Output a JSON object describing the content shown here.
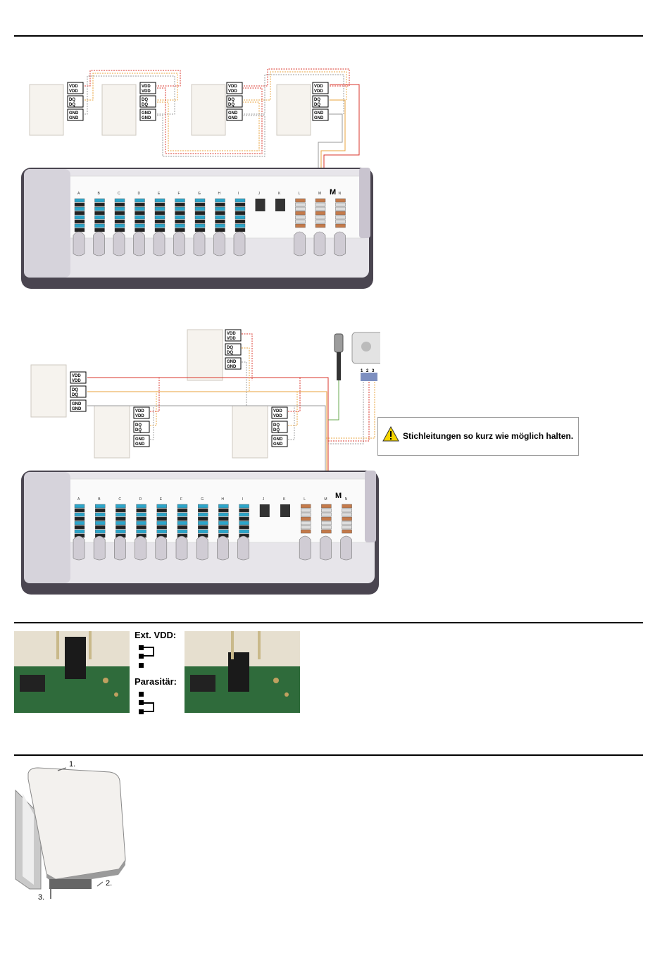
{
  "terminal_labels": {
    "vdd": "VDD",
    "dq": "DQ",
    "gnd": "GND"
  },
  "base_master_label": "M",
  "zone_letters": [
    "A",
    "B",
    "C",
    "D",
    "E",
    "F",
    "G",
    "H",
    "I",
    "J",
    "K",
    "L",
    "M",
    "N"
  ],
  "sensor_terminal_numbers": [
    "1",
    "2",
    "3"
  ],
  "warning_text": "Stichleitungen so kurz wie möglich halten.",
  "jumper": {
    "ext_vdd_label": "Ext. VDD:",
    "parasitic_label": "Parasitär:"
  },
  "mounting_steps": [
    "1.",
    "2.",
    "3."
  ],
  "colors": {
    "wire_red": "#d9342b",
    "wire_orange": "#e8a33d",
    "wire_gray": "#9a9a9a",
    "pcb_green": "#2f6b3b",
    "module_dark": "#4a4550",
    "warning_yellow": "#f5d400"
  }
}
